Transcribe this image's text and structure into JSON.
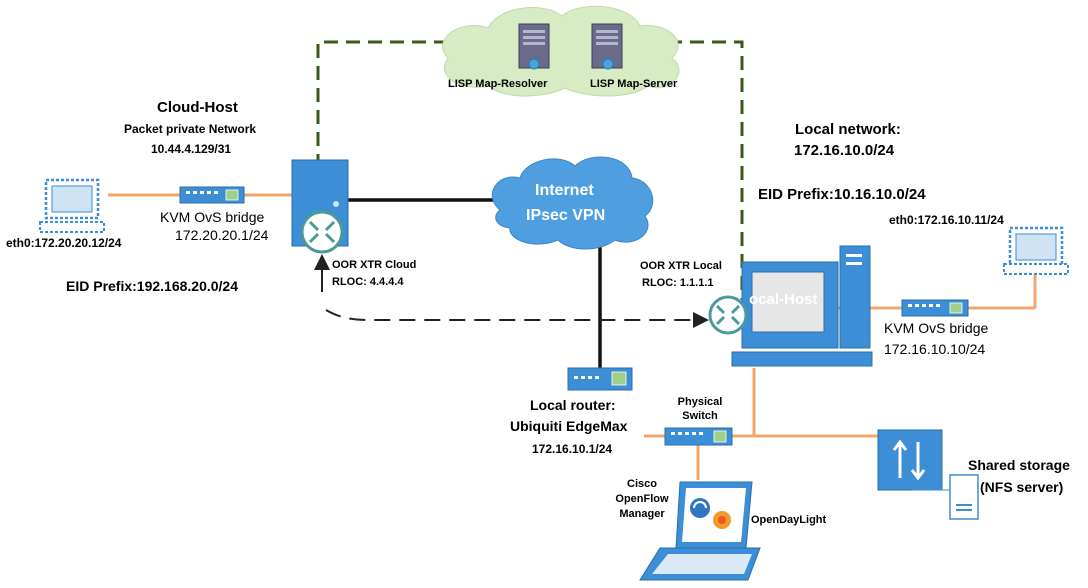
{
  "cloud_host": {
    "title": "Cloud-Host",
    "subtitle": "Packet private Network",
    "ip": "10.44.4.129/31",
    "left_eth": "eth0:172.20.20.12/24",
    "bridge_name": "KVM OvS bridge",
    "bridge_ip": "172.20.20.1/24",
    "eid_prefix": "EID Prefix:192.168.20.0/24",
    "xtr_name": "OOR XTR Cloud",
    "xtr_rloc": "RLOC: 4.4.4.4"
  },
  "map_cloud": {
    "resolver_label": "LISP Map-Resolver",
    "server_label": "LISP Map-Server"
  },
  "internet": {
    "line1": "Internet",
    "line2": "IPsec VPN"
  },
  "local": {
    "network_title": "Local network:",
    "network_ip": "172.16.10.0/24",
    "eid_prefix": "EID Prefix:10.16.10.0/24",
    "eth": "eth0:172.16.10.11/24",
    "xtr_name": "OOR XTR Local",
    "xtr_rloc": "RLOC: 1.1.1.1",
    "host_label": "ocal-Host",
    "bridge_name": "KVM  OvS bridge",
    "bridge_ip": "172.16.10.10/24"
  },
  "router": {
    "title1": "Local router:",
    "title2": "Ubiquiti EdgeMax",
    "ip": "172.16.10.1/24"
  },
  "physical_switch": {
    "line1": "Physical",
    "line2": "Switch"
  },
  "controller": {
    "line1": "Cisco",
    "line2": "OpenFlow",
    "line3": "Manager",
    "odl": "OpenDayLight"
  },
  "storage": {
    "line1": "Shared storage",
    "line2": "(NFS server)"
  },
  "colors": {
    "ethernet": "#f4a468",
    "control_plane": "#3a5a1a",
    "wan": "#111111",
    "device_blue": "#3c8ed6",
    "cloud_blue": "#4f9fe0",
    "cloud_green": "#d7ebc4",
    "xtr_teal": "#4a9a9a"
  }
}
